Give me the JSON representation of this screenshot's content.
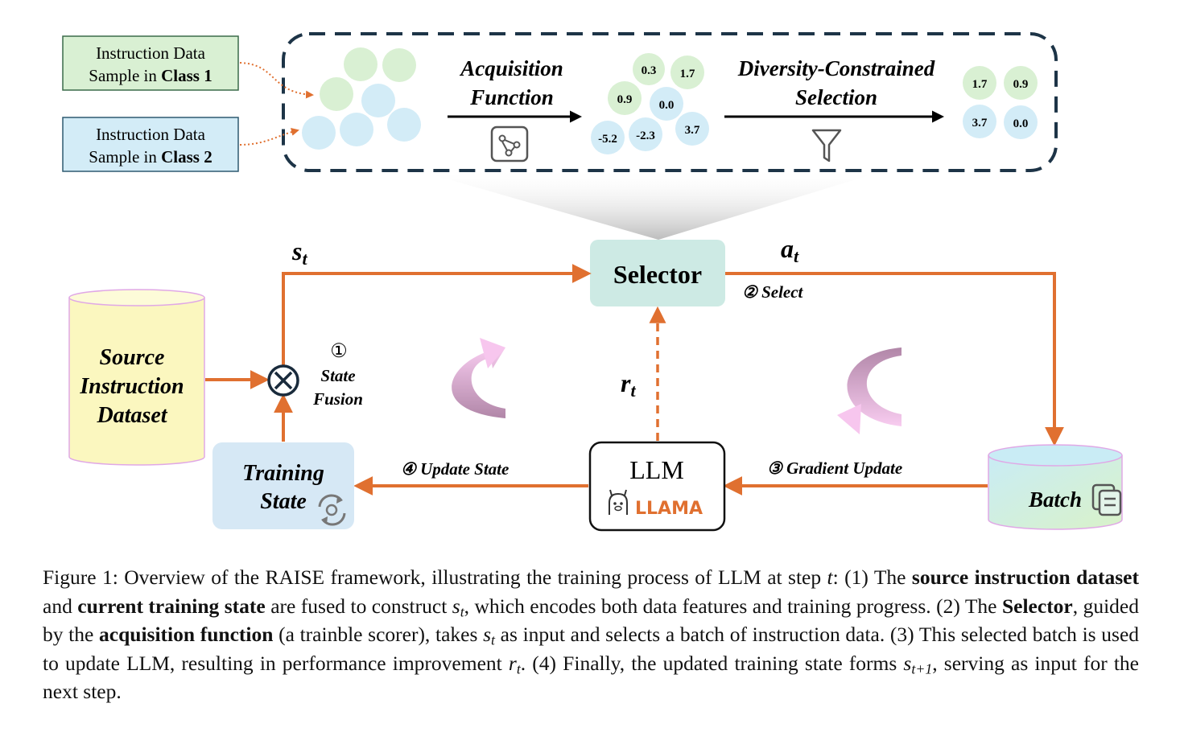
{
  "top_panel": {
    "class1_label": {
      "line1": "Instruction Data",
      "line2_prefix": "Sample in ",
      "line2_bold": "Class 1"
    },
    "class2_label": {
      "line1": "Instruction Data",
      "line2_prefix": "Sample in ",
      "line2_bold": "Class 2"
    },
    "acquisition_function": {
      "line1": "Acquisition",
      "line2": "Function",
      "icon": "graph-nodes-icon"
    },
    "scored_samples": [
      "0.3",
      "1.7",
      "0.9",
      "0.0",
      "-5.2",
      "-2.3",
      "3.7"
    ],
    "diversity_selection": {
      "line1": "Diversity-Constrained",
      "line2": "Selection",
      "icon": "funnel-icon"
    },
    "selected_samples": [
      "1.7",
      "0.9",
      "3.7",
      "0.0"
    ]
  },
  "loop": {
    "state_symbol": "s",
    "state_subscript": "t",
    "action_symbol": "a",
    "action_subscript": "t",
    "reward_symbol": "r",
    "reward_subscript": "t",
    "selector_label": "Selector",
    "source_dataset": {
      "line1": "Source",
      "line2": "Instruction",
      "line3": "Dataset"
    },
    "step1": {
      "number": "①",
      "line1": "State",
      "line2": "Fusion"
    },
    "step2": "② Select",
    "step3": "③ Gradient Update",
    "step4": "④ Update State",
    "training_state": {
      "line1": "Training",
      "line2": "State",
      "icon": "refresh-icon"
    },
    "llm_label": "LLM",
    "llama_label": "LLAMA",
    "batch_label": "Batch",
    "fusion_symbol": "⊗"
  },
  "colors": {
    "arrow_orange": "#e07030",
    "selector_fill": "#cdeae4",
    "class1_fill": "#d9f0d3",
    "class2_fill": "#d3ecf7",
    "dataset_fill": "#fbf7bf",
    "training_state_fill": "#d6e8f5"
  },
  "caption": {
    "p1": "Figure 1: Overview of the RAISE framework, illustrating the training process of LLM at step ",
    "t": "t",
    "p2": ": (1) The ",
    "b1": "source instruction dataset",
    "p3": " and ",
    "b2": "current training state",
    "p4": " are fused to construct ",
    "s": "s",
    "sub_t": "t",
    "p5": ", which encodes both data features and training progress.  (2) The ",
    "b3": "Selector",
    "p6": ", guided by the ",
    "b4": "acquisition function",
    "p7": " (a trainble scorer), takes ",
    "p8": " as input and selects a batch of instruction data. (3) This selected batch is used to update LLM, resulting in performance improvement ",
    "r": "r",
    "p9": ". (4) Finally, the updated training state forms ",
    "sub_t1": "t+1",
    "p10": ", serving as input for the next step."
  }
}
